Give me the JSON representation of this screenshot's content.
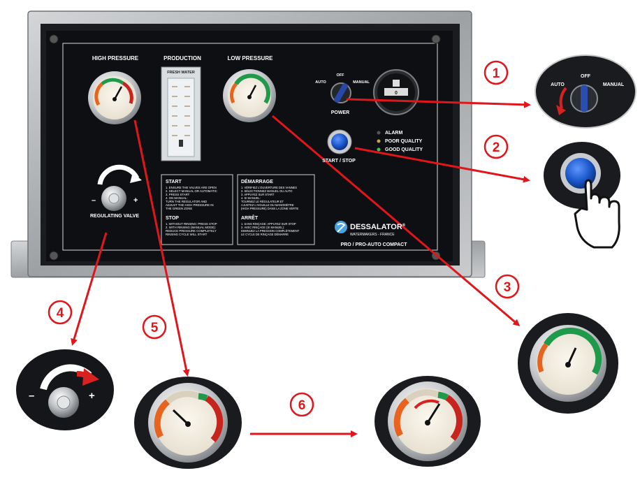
{
  "panel": {
    "high_pressure_label": "HIGH PRESSURE",
    "production_label": "PRODUCTION",
    "fresh_water_label": "FRESH WATER",
    "low_pressure_label": "LOW PRESSURE",
    "power": {
      "label": "POWER",
      "auto": "AUTO",
      "off": "OFF",
      "manual": "MANUAL"
    },
    "start_stop_label": "START / STOP",
    "status": {
      "alarm": "ALARM",
      "poor_quality": "POOR QUALITY",
      "good_quality": "GOOD QUALITY"
    },
    "regulating_valve_label": "REGULATING VALVE",
    "minus": "–",
    "plus": "+",
    "instructions_en": {
      "start_title": "START",
      "start_lines": [
        "1.  ENSURE THE VALVES ARE OPEN",
        "2.  SELECT MANUAL OR AUTOMATIC",
        "3.  PRESS START",
        "4.  ON MANUAL:",
        "     TURN THE REGULATOR AND",
        "     ADJUST THE HIGH PRESSURE IN",
        "     THE GREEN ZONE"
      ],
      "stop_title": "STOP",
      "stop_lines": [
        "1.  WITHOUT RINSING: PRESS STOP",
        "2.  WITH RINSING (MANUAL MODE):",
        "     REDUCE  PRESSURE COMPLETELY",
        "     RINSING CYCLE WILL START"
      ]
    },
    "instructions_fr": {
      "start_title": "DÉMARRAGE",
      "start_lines": [
        "1.  VÉRIFIEZ L'OUVERTURE DES VANNES",
        "2.  SÉLECTIONNEZ MANUEL OU AUTO",
        "3.  APPUYEZ SUR START",
        "4.  SI MANUEL:",
        "     TOURNEZ LE RÉGULATEUR ET",
        "     AJUSTEZ L'AIGUILLE DU MANOMÈTRE",
        "     (HIGH PRESSURE) DANS LA ZONE VERTE"
      ],
      "stop_title": "ARRÊT",
      "stop_lines": [
        "1.  SANS RINÇAGE: APPUYEZ SUR STOP",
        "2.  AVEC RINÇAGE (SI MANUEL):",
        "     DIMINUEZ LA PRESSION COMPLÈTEMENT",
        "     LE CYCLE DE RINÇAGE DÉMARRE"
      ]
    },
    "brand": {
      "name": "DESSALATOR",
      "registered": "®",
      "tagline": "WATERMAKERS - FRANCE",
      "model": "PRO / PRO-AUTO COMPACT"
    },
    "hour_meter_digit": "0"
  },
  "callouts": {
    "c1": "1",
    "c2": "2",
    "c3": "3",
    "c4": "4",
    "c5": "5",
    "c6": "6",
    "zoom_power": {
      "auto": "AUTO",
      "off": "OFF",
      "manual": "MANUAL"
    },
    "zoom_valve": {
      "minus": "–",
      "plus": "+"
    }
  },
  "colors": {
    "panel_black": "#0e0f12",
    "frame_steel": "#a9abad",
    "arrow_red": "#e0161b",
    "gauge_green": "#1f9a4b",
    "gauge_orange": "#e8641e",
    "gauge_red": "#c8241e",
    "button_blue": "#1a56c9"
  },
  "icons": [
    "hand-pointer-icon",
    "rotate-arrow-icon",
    "dessalator-logo-icon"
  ]
}
